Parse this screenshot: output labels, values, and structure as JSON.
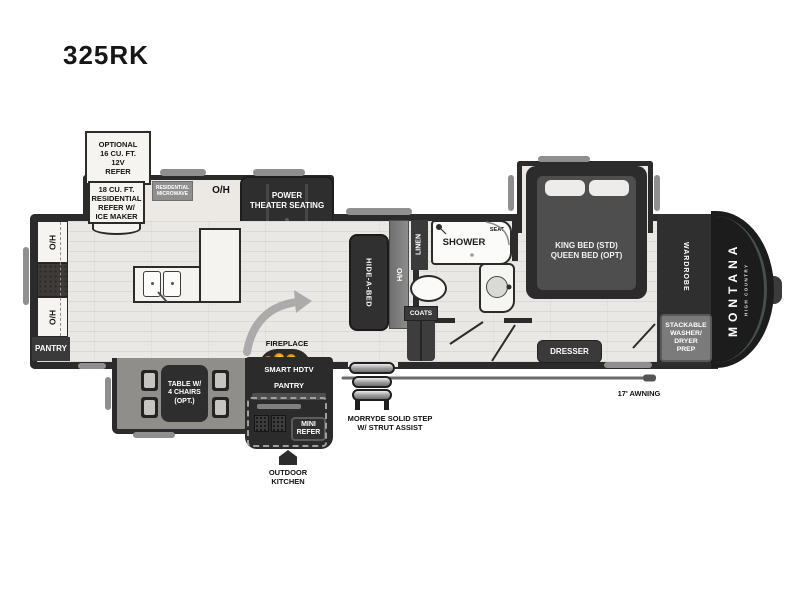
{
  "title": "325RK",
  "colors": {
    "wall": "#2b2b2b",
    "floor": "#e9e8e5",
    "furniture_dark": "#2f2f2f",
    "label_dark": "#3a3a3a",
    "gray_mid": "#8f8f8f",
    "flame_orange": "#f28218",
    "cap_black": "#1c1c1c"
  },
  "icons": {
    "arrow_to_fireplace": "curved-arrow-icon",
    "flames": "flame-icon",
    "entry_steps": "steps-icon",
    "hitch": "hitch-pin-icon",
    "kitchen_sink": "double-sink-icon",
    "toilet": "toilet-icon",
    "shower_head": "shower-head-icon",
    "outdoor_kitchen_pointer": "arrow-up-icon"
  },
  "floorplan": {
    "kitchen": {
      "optional_refer": "OPTIONAL\n16 CU. FT.\n12V\nREFER",
      "residential_refer": "18 CU. FT.\nRESIDENTIAL\nREFER W/\nICE MAKER",
      "microwave": "RESIDENTIAL\nMICROWAVE",
      "overhead": "O/H",
      "pantry": "PANTRY"
    },
    "living": {
      "theater_seating": "POWER\nTHEATER SEATING",
      "hide_a_bed": "HIDE-A-BED",
      "overhead": "O/H",
      "fireplace": "FIREPLACE",
      "smart_hdtv": "SMART HDTV",
      "pantry": "PANTRY",
      "table": "TABLE W/\n4 CHAIRS\n(OPT.)"
    },
    "bath": {
      "linen": "LINEN",
      "shower": "SHOWER",
      "seat": "SEAT",
      "coats": "COATS"
    },
    "bedroom": {
      "bed": "KING BED (STD)\nQUEEN BED (OPT)",
      "wardrobe": "WARDROBE",
      "dresser": "DRESSER",
      "washer_dryer": "STACKABLE\nWASHER/\nDRYER\nPREP"
    },
    "exterior": {
      "outdoor_kitchen": "OUTDOOR\nKITCHEN",
      "mini_refer": "MINI\nREFER",
      "steps": "MORRYDE SOLID STEP\nW/ STRUT ASSIST",
      "awning": "17' AWNING",
      "brand": "MONTANA",
      "brand_sub": "HIGH COUNTRY"
    }
  }
}
